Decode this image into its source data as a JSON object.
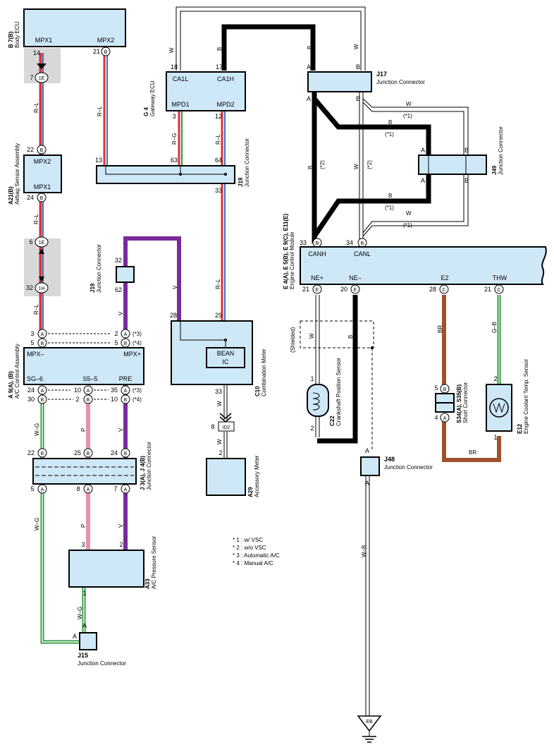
{
  "components": {
    "body_ecu": {
      "code": "B 7(B)",
      "name": "Body ECU",
      "mpx1": "MPX1",
      "mpx2": "MPX2",
      "pin_mpx1": "14",
      "pin_mpx2": "21",
      "conn": "B"
    },
    "gateway_ecu": {
      "code": "G 4",
      "name": "Gateway ECU",
      "ca1l": "CA1L",
      "ca1h": "CA1H",
      "mpd1": "MPD1",
      "mpd2": "MPD2",
      "pin18": "18",
      "pin17": "17",
      "pin3": "3",
      "pin12": "12"
    },
    "airbag": {
      "code": "A21(B)",
      "name": "Airbag Sensor Assembly",
      "mpx2": "MPX2",
      "mpx1": "MPX1",
      "pin22": "22",
      "pin24": "24",
      "conn": "B"
    },
    "ac_control": {
      "code": "A 9(A), (B)",
      "name": "A/C Control Assembly",
      "mpxm": "MPX–",
      "mpxp": "MPX+",
      "sg6": "SG–6",
      "s55": "S5–5",
      "pre": "PRE"
    },
    "j19_top": {
      "code": "J19",
      "name": "Junction Connector",
      "pin13": "13",
      "pin63": "63",
      "pin64": "64",
      "pin33": "33"
    },
    "j19_mid": {
      "code": "J19",
      "name": "Junction Connector",
      "pin32": "32",
      "pin62": "62"
    },
    "combination_meter": {
      "code": "C10",
      "name": "Combination Meter",
      "bean": "BEAN",
      "ic": "IC",
      "pin28": "28",
      "pin29": "29",
      "pin33": "33"
    },
    "id2": {
      "label": "ID2",
      "pin8": "8",
      "pin2": "2"
    },
    "accessory_meter": {
      "code": "A29",
      "name": "Accessory Meter"
    },
    "j3j4": {
      "code": "J 3(A), J 4(B)",
      "name": "Junction Connector",
      "pin22": "22",
      "pin25": "25",
      "pin24": "24",
      "pin5": "5",
      "pin8": "8",
      "pin7": "7"
    },
    "ac_pressure": {
      "code": "A33",
      "name": "A/C Pressure Sensor",
      "pin3": "3",
      "pin2": "2",
      "pin1": "1"
    },
    "j15": {
      "code": "J15",
      "name": "Junction Connector",
      "pinA": "A"
    },
    "j17": {
      "code": "J17",
      "name": "Junction Connector",
      "pinA": "A",
      "pinB": "B"
    },
    "j49": {
      "code": "J49",
      "name": "Junction Connector",
      "pinA": "A",
      "pinB": "B"
    },
    "ecm": {
      "code": "E 4(A), E 5(B), E 9(C), E11(E)",
      "name": "Engine Control Module",
      "canh": "CANH",
      "canl": "CANL",
      "nep": "NE+",
      "nem": "NE–",
      "e2": "E2",
      "thw": "THW",
      "pin33": "33",
      "pin34": "34",
      "pin21": "21",
      "pin20": "20",
      "pin28": "28",
      "pin21b": "21"
    },
    "crankshaft": {
      "code": "C22",
      "name": "Crankshaft Position Sensor",
      "pin1": "1",
      "pin2": "2"
    },
    "short_conn": {
      "code": "S34(A), S35(B)",
      "name": "Short Connector",
      "pin5": "5",
      "pin4": "4"
    },
    "coolant": {
      "code": "E12",
      "name": "Engine Coolant Temp. Sensor",
      "pin2": "2",
      "pin1": "1"
    },
    "j48": {
      "code": "J48",
      "name": "Junction Connector",
      "pinA": "A"
    },
    "eb": {
      "label": "EB"
    },
    "conn_1e": {
      "label": "1E",
      "pin7": "7",
      "pin6": "6"
    },
    "conn_1h": {
      "label": "1H",
      "pin32": "32"
    }
  },
  "wire_labels": {
    "rl": "R–L",
    "rg": "R–G",
    "w": "W",
    "b": "B",
    "v": "V",
    "wg": "W–G",
    "p": "P",
    "br": "BR",
    "gb": "G–B",
    "wb": "W–B"
  },
  "annotations": {
    "shielded": "(Shielded)",
    "n1": "(*1)",
    "n2": "(*2)",
    "n3": "(*3)",
    "n4": "(*4)"
  },
  "legend": [
    "* 1 : w/ VSC",
    "* 2 : w/o VSC",
    "* 3 : Automatic A/C",
    "* 4 : Manual A/C"
  ],
  "colors": {
    "red": "#e03030",
    "blue": "#4070c0",
    "purple": "#7a2a9a",
    "pink": "#e890b0",
    "green": "#2a9a3a",
    "brown": "#a0522d",
    "component_fill": "#cfe8f8"
  }
}
